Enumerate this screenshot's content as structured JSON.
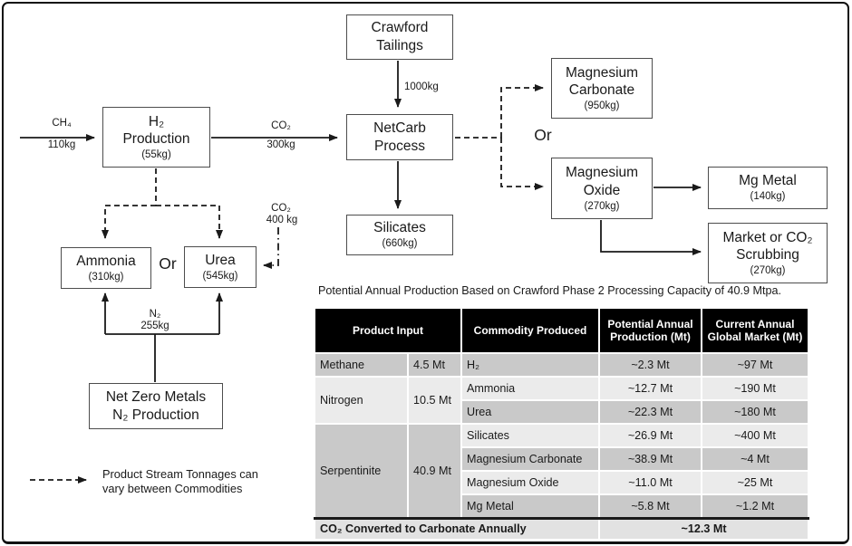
{
  "nodes": {
    "crawford": {
      "label": "Crawford\nTailings"
    },
    "h2prod": {
      "label": "H₂\nProduction",
      "sub": "(55kg)"
    },
    "netcarb": {
      "label": "NetCarb\nProcess"
    },
    "silicates": {
      "label": "Silicates",
      "sub": "(660kg)"
    },
    "mgcarb": {
      "label": "Magnesium\nCarbonate",
      "sub": "(950kg)"
    },
    "mgoxide": {
      "label": "Magnesium\nOxide",
      "sub": "(270kg)"
    },
    "mgmetal": {
      "label": "Mg Metal",
      "sub": "(140kg)"
    },
    "market": {
      "label": "Market or CO₂\nScrubbing",
      "sub": "(270kg)"
    },
    "ammonia": {
      "label": "Ammonia",
      "sub": "(310kg)"
    },
    "urea": {
      "label": "Urea",
      "sub": "(545kg)"
    },
    "netzero": {
      "label": "Net Zero Metals\nN₂ Production"
    }
  },
  "edges": {
    "ch4": {
      "formula": "CH₄",
      "amount": "110kg"
    },
    "co2_netcarb": {
      "formula": "CO₂",
      "amount": "300kg"
    },
    "tailings": {
      "amount": "1000kg"
    },
    "co2_urea": {
      "formula": "CO₂",
      "amount": "400 kg"
    },
    "n2": {
      "formula": "N₂",
      "amount": "255kg"
    },
    "or_left": "Or",
    "or_right": "Or"
  },
  "legend": {
    "text": "Product Stream Tonnages can\nvary between Commodities"
  },
  "table": {
    "title": "Potential Annual Production Based on Crawford Phase 2 Processing Capacity of 40.9 Mtpa.",
    "headers": [
      "Product Input",
      "Commodity Produced",
      "Potential Annual Production (Mt)",
      "Current Annual Global Market (Mt)"
    ],
    "input_groups": [
      {
        "name": "Methane",
        "amount": "4.5 Mt"
      },
      {
        "name": "Nitrogen",
        "amount": "10.5 Mt"
      },
      {
        "name": "Serpentinite",
        "amount": "40.9 Mt"
      }
    ],
    "rows": [
      {
        "commodity": "H₂",
        "production": "~2.3 Mt",
        "market": "~97 Mt"
      },
      {
        "commodity": "Ammonia",
        "production": "~12.7 Mt",
        "market": "~190 Mt"
      },
      {
        "commodity": "Urea",
        "production": "~22.3 Mt",
        "market": "~180 Mt"
      },
      {
        "commodity": "Silicates",
        "production": "~26.9 Mt",
        "market": "~400 Mt"
      },
      {
        "commodity": "Magnesium Carbonate",
        "production": "~38.9 Mt",
        "market": "~4 Mt"
      },
      {
        "commodity": "Magnesium Oxide",
        "production": "~11.0 Mt",
        "market": "~25 Mt"
      },
      {
        "commodity": "Mg Metal",
        "production": "~5.8 Mt",
        "market": "~1.2 Mt"
      }
    ],
    "footer": {
      "label": "CO₂ Converted to Carbonate Annually",
      "value": "~12.3 Mt"
    }
  }
}
